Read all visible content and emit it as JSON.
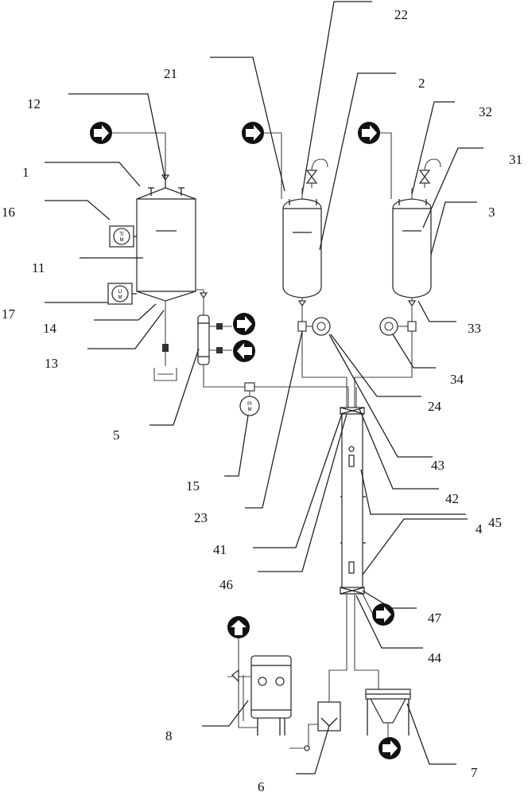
{
  "labels": {
    "l1": "1",
    "l2": "2",
    "l3": "3",
    "l4": "4",
    "l5": "5",
    "l6": "6",
    "l7": "7",
    "l8": "8",
    "l11": "11",
    "l12": "12",
    "l13": "13",
    "l14": "14",
    "l15": "15",
    "l16": "16",
    "l17": "17",
    "l21": "21",
    "l22": "22",
    "l23": "23",
    "l24": "24",
    "l31": "31",
    "l32": "32",
    "l33": "33",
    "l34": "34",
    "l41": "41",
    "l42": "42",
    "l43": "43",
    "l44": "44",
    "l45": "45",
    "l46": "46",
    "l47": "47"
  },
  "gauges": {
    "ti_top": "TI",
    "ti_bottom": "M",
    "li_top": "LI",
    "li_bottom": "M",
    "pi_top": "PI",
    "pi_bottom": "M"
  },
  "colors": {
    "ink": "#111111",
    "line": "#222222",
    "pipe": "#444444"
  },
  "icons": [
    "arrow-right-icon",
    "arrow-left-icon",
    "arrow-up-icon",
    "valve-icon",
    "gauge-icon"
  ]
}
